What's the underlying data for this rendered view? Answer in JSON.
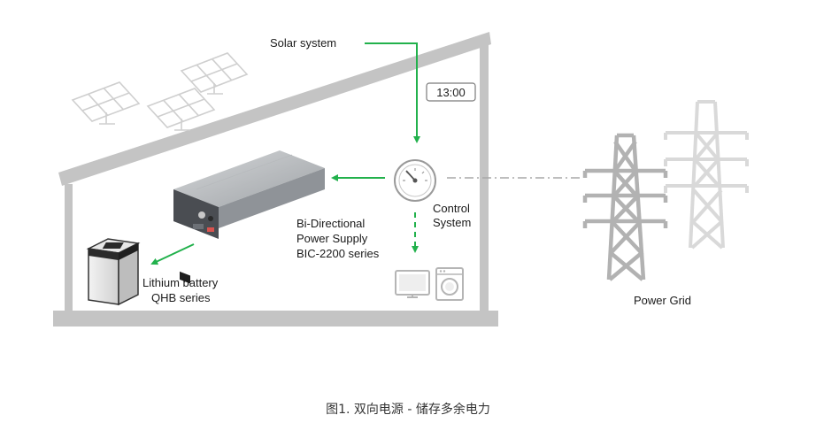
{
  "labels": {
    "solar": "Solar system",
    "clock": "13:00",
    "control_line1": "Control",
    "control_line2": "System",
    "bic_line1": "Bi-Directional",
    "bic_line2": "Power Supply",
    "bic_line3": "BIC-2200 series",
    "battery_line1": "Lithium battery",
    "battery_line2": "QHB series",
    "grid": "Power Grid"
  },
  "caption": "图1. 双向电源 - 储存多余电力",
  "colors": {
    "arrow": "#22b14c",
    "structure": "#c4c4c4",
    "tower_dark": "#b2b2b2",
    "tower_light": "#d9d9d9",
    "panel": "#cfcfcf"
  }
}
